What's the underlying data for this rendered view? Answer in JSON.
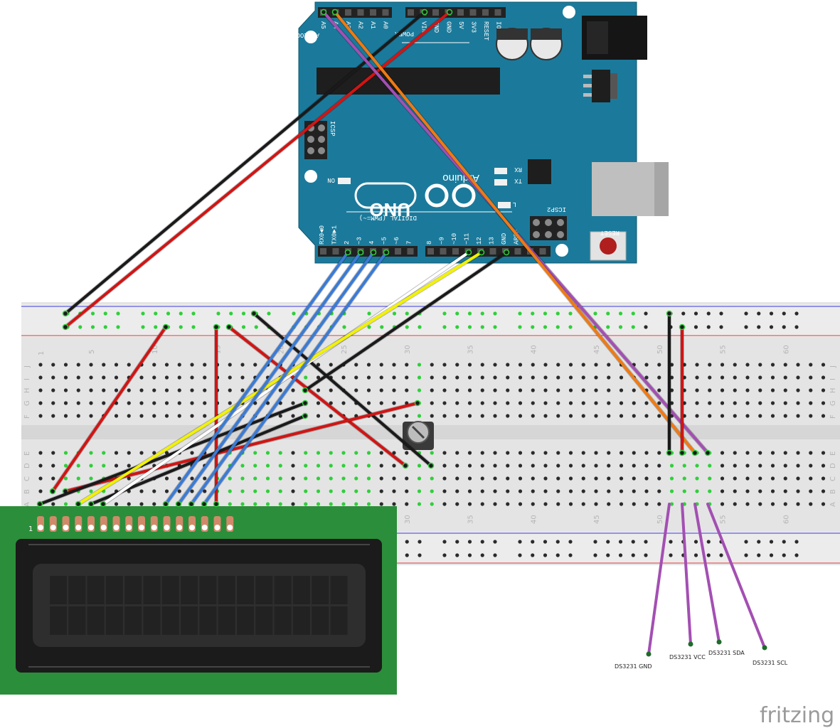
{
  "arduino": {
    "brand": "Arduino",
    "model": "UNO",
    "analog_header": [
      "A5",
      "A4",
      "A3",
      "A2",
      "A1",
      "A0"
    ],
    "analog_title": "ANALOG IN",
    "power_header": [
      "VIN",
      "GND",
      "GND",
      "5V",
      "3V3",
      "RESET",
      "IOREF"
    ],
    "power_title": "POWER",
    "digital_title": "DIGITAL (PWM=~)",
    "digital_pins": [
      "RX0◄0",
      "TX0►1",
      "2",
      "~3",
      "4",
      "~5",
      "~6",
      "7",
      "8",
      "~9",
      "~10",
      "~11",
      "12",
      "13",
      "GND",
      "AREF"
    ],
    "icsp": "ICSP",
    "icsp2": "ICSP2",
    "on": "ON",
    "rx": "RX",
    "tx": "TX",
    "l": "L",
    "reset": "RESET"
  },
  "breadboard": {
    "column_numbers": [
      "1",
      "5",
      "10",
      "15",
      "20",
      "25",
      "30",
      "35",
      "40",
      "45",
      "50",
      "55",
      "60"
    ],
    "row_letters": [
      "J",
      "I",
      "H",
      "G",
      "F",
      "E",
      "D",
      "C",
      "B",
      "A"
    ]
  },
  "lcd": {
    "pin1_label": "1"
  },
  "ds3231": {
    "labels": [
      "DS3231 GND",
      "DS3231 VCC",
      "DS3231 SDA",
      "DS3231 SCL"
    ]
  },
  "watermark": "fritzing",
  "colors": {
    "arduino_board": "#1b7a9b",
    "lcd_pcb": "#2b8e3a",
    "wire_black": "#1a1a1a",
    "wire_red": "#d21414",
    "wire_blue": "#3a7bd5",
    "wire_yellow": "#f2f200",
    "wire_white": "#ffffff",
    "wire_orange": "#f07a12",
    "wire_purple": "#a34fb3"
  }
}
